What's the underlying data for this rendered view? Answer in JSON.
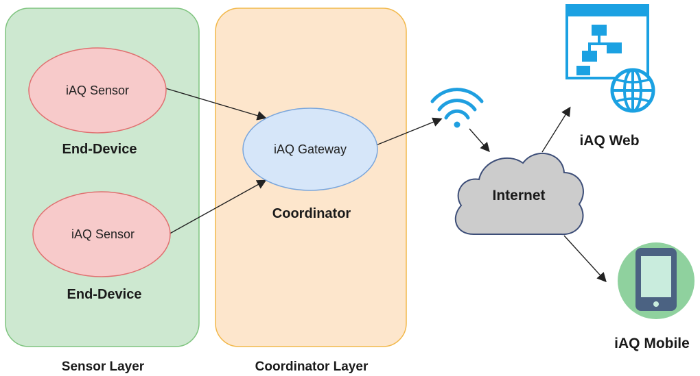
{
  "diagram": {
    "sensor_layer": {
      "label": "Sensor Layer",
      "sensor_top": {
        "label": "iAQ Sensor",
        "role": "End-Device"
      },
      "sensor_bottom": {
        "label": "iAQ Sensor",
        "role": "End-Device"
      }
    },
    "coordinator_layer": {
      "label": "Coordinator Layer",
      "gateway": {
        "label": "iAQ Gateway",
        "role": "Coordinator"
      }
    },
    "internet": {
      "label": "Internet"
    },
    "web": {
      "label": "iAQ Web"
    },
    "mobile": {
      "label": "iAQ Mobile"
    },
    "colors": {
      "sensor_layer_fill": "#cde8d0",
      "sensor_layer_stroke": "#7fc47f",
      "coordinator_layer_fill": "#fde6cc",
      "coordinator_layer_stroke": "#f2b84a",
      "sensor_fill": "#f7caca",
      "sensor_stroke": "#e07070",
      "gateway_fill": "#d6e6f9",
      "gateway_stroke": "#7aa6dc",
      "cloud_fill": "#cccccc",
      "cloud_stroke": "#3d4e78",
      "wifi": "#1f9fe0",
      "web_icon": "#1ba1e2",
      "mobile_circle": "#8fd19e",
      "phone_body": "#4b6282",
      "phone_screen": "#c9ecdd"
    }
  }
}
